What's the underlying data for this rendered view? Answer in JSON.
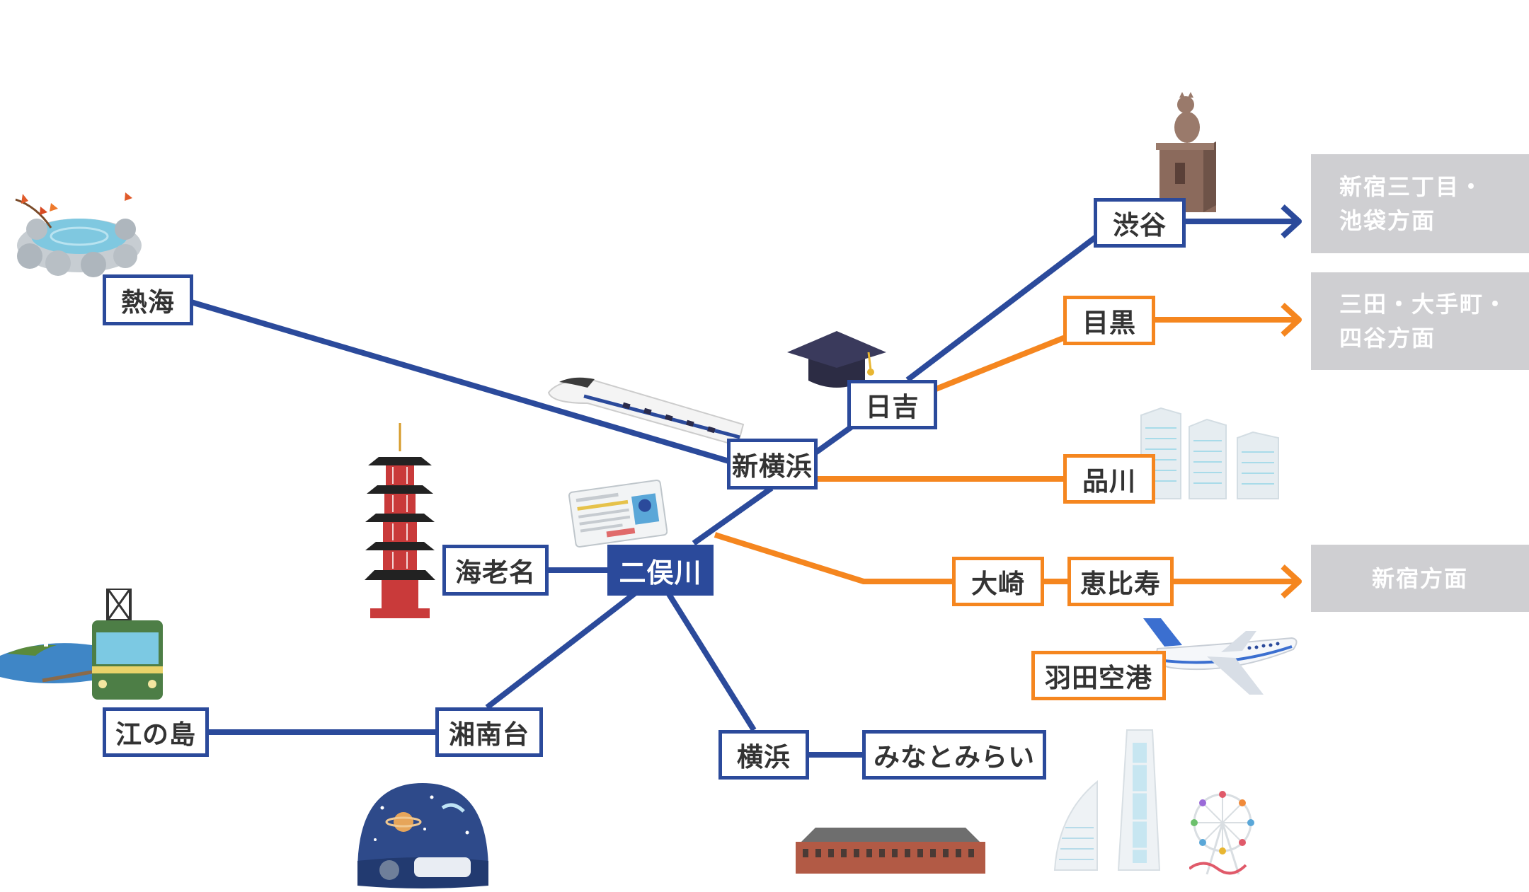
{
  "hub": {
    "label": "二俣川"
  },
  "stations": {
    "atami": "熱海",
    "shinyokohama": "新横浜",
    "hiyoshi": "日吉",
    "shibuya": "渋谷",
    "meguro": "目黒",
    "shinagawa": "品川",
    "osaki": "大崎",
    "ebisu": "恵比寿",
    "haneda": "羽田空港",
    "ebina": "海老名",
    "shonandai": "湘南台",
    "enoshima": "江の島",
    "yokohama": "横浜",
    "minatomirai": "みなとみらい"
  },
  "destinations": {
    "shinjuku_sanchome": [
      "新宿三丁目・",
      "池袋方面"
    ],
    "mita": [
      "三田・大手町・",
      "四谷方面"
    ],
    "shinjuku": [
      "新宿方面"
    ]
  },
  "colors": {
    "blue_line": "#2b4a9b",
    "orange_line": "#f5861f",
    "destination_box": "#cfcfd2"
  },
  "icons": [
    "hot-spring-icon",
    "hachiko-statue-icon",
    "graduation-cap-icon",
    "shinkansen-icon",
    "office-buildings-icon",
    "drivers-license-icon",
    "pagoda-icon",
    "airplane-icon",
    "enoden-train-icon",
    "planetarium-icon",
    "red-brick-warehouse-icon",
    "landmark-tower-icon",
    "ferris-wheel-icon"
  ]
}
